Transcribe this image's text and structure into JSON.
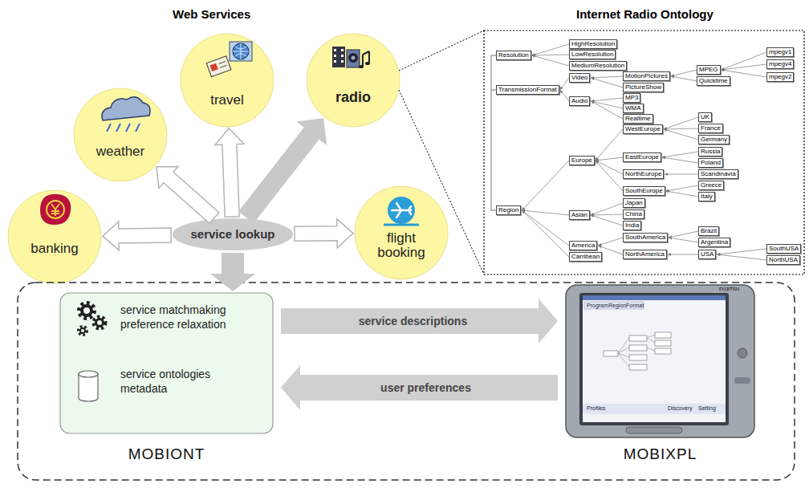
{
  "diagram": {
    "nodes": [
      {
        "text": [
          "weather"
        ]
      },
      {
        "text": [
          "travel"
        ]
      },
      {
        "text": [
          "radio"
        ]
      },
      {
        "text": [
          "banking"
        ]
      },
      {
        "text": [
          "service lookup"
        ]
      },
      {
        "text": [
          "flight booking"
        ]
      },
      {
        "text": [
          "Resolution"
        ]
      },
      {
        "text": [
          "HighResolution"
        ]
      },
      {
        "text": [
          "LowResolution"
        ]
      },
      {
        "text": [
          "MediumResolution"
        ]
      },
      {
        "text": [
          "TransmissionFormat"
        ]
      },
      {
        "text": [
          "Video"
        ]
      },
      {
        "text": [
          "MotionPictures"
        ]
      },
      {
        "text": [
          "PictureShow"
        ]
      },
      {
        "text": [
          "MPEG"
        ]
      },
      {
        "text": [
          "Quicktime"
        ]
      },
      {
        "text": [
          "mpegv1"
        ]
      },
      {
        "text": [
          "mpegv4"
        ]
      },
      {
        "text": [
          "mpegv2"
        ]
      },
      {
        "text": [
          "Audio"
        ]
      },
      {
        "text": [
          "MP3"
        ]
      },
      {
        "text": [
          "WMA"
        ]
      },
      {
        "text": [
          "Realtime"
        ]
      },
      {
        "text": [
          "Region"
        ]
      },
      {
        "text": [
          "Europe"
        ]
      },
      {
        "text": [
          "WestEurope"
        ]
      },
      {
        "text": [
          "UK"
        ]
      },
      {
        "text": [
          "France"
        ]
      },
      {
        "text": [
          "Germany"
        ]
      },
      {
        "text": [
          "EastEurope"
        ]
      },
      {
        "text": [
          "Russia"
        ]
      },
      {
        "text": [
          "Poland"
        ]
      },
      {
        "text": [
          "NorthEurope"
        ]
      },
      {
        "text": [
          "Scandinavia"
        ]
      },
      {
        "text": [
          "SouthEurope"
        ]
      },
      {
        "text": [
          "Greece"
        ]
      },
      {
        "text": [
          "Italy"
        ]
      },
      {
        "text": [
          "Asian"
        ]
      },
      {
        "text": [
          "Japan"
        ]
      },
      {
        "text": [
          "China"
        ]
      },
      {
        "text": [
          "India"
        ]
      },
      {
        "text": [
          "America"
        ]
      },
      {
        "text": [
          "SouthAmerica"
        ]
      },
      {
        "text": [
          "Brazil"
        ]
      },
      {
        "text": [
          "Argentina"
        ]
      },
      {
        "text": [
          "NorthAmerica"
        ]
      },
      {
        "text": [
          "USA"
        ]
      },
      {
        "text": [
          "SouthUSA"
        ]
      },
      {
        "text": [
          "NorthUSA"
        ]
      },
      {
        "text": [
          "Carribean"
        ]
      },
      {
        "text": [
          "service matchmaking preference relaxation",
          "service ontologies metadata",
          "MOBIONT"
        ]
      },
      {
        "text": [
          "MOBIXPL"
        ]
      }
    ],
    "edges": [
      {
        "from": 4,
        "to": 0,
        "arrow": "to"
      },
      {
        "from": 4,
        "to": 1,
        "arrow": "to"
      },
      {
        "from": 4,
        "to": 2,
        "arrow": "to"
      },
      {
        "from": 4,
        "to": 3,
        "arrow": "to"
      },
      {
        "from": 4,
        "to": 5,
        "arrow": "to"
      },
      {
        "from": 4,
        "to": 50,
        "arrow": "to"
      },
      {
        "from": 50,
        "to": 51,
        "label": "service descriptions",
        "arrow": "to"
      },
      {
        "from": 51,
        "to": 50,
        "label": "user preferences",
        "arrow": "to"
      },
      {
        "from": 7,
        "to": 6,
        "arrow": "to"
      },
      {
        "from": 8,
        "to": 6,
        "arrow": "to"
      },
      {
        "from": 9,
        "to": 6,
        "arrow": "to"
      },
      {
        "from": 11,
        "to": 10,
        "arrow": "to"
      },
      {
        "from": 19,
        "to": 10,
        "arrow": "to"
      },
      {
        "from": 12,
        "to": 11,
        "arrow": "to"
      },
      {
        "from": 13,
        "to": 11,
        "arrow": "to"
      },
      {
        "from": 14,
        "to": 12,
        "arrow": "to"
      },
      {
        "from": 15,
        "to": 12,
        "arrow": "to"
      },
      {
        "from": 16,
        "to": 14,
        "arrow": "to"
      },
      {
        "from": 17,
        "to": 14,
        "arrow": "to"
      },
      {
        "from": 18,
        "to": 14,
        "arrow": "to"
      },
      {
        "from": 20,
        "to": 19,
        "arrow": "to"
      },
      {
        "from": 21,
        "to": 19,
        "arrow": "to"
      },
      {
        "from": 22,
        "to": 19,
        "arrow": "to"
      },
      {
        "from": 24,
        "to": 23,
        "arrow": "to"
      },
      {
        "from": 37,
        "to": 23,
        "arrow": "to"
      },
      {
        "from": 41,
        "to": 23,
        "arrow": "to"
      },
      {
        "from": 49,
        "to": 23,
        "arrow": "to"
      },
      {
        "from": 25,
        "to": 24,
        "arrow": "to"
      },
      {
        "from": 29,
        "to": 24,
        "arrow": "to"
      },
      {
        "from": 32,
        "to": 24,
        "arrow": "to"
      },
      {
        "from": 34,
        "to": 24,
        "arrow": "to"
      },
      {
        "from": 26,
        "to": 25,
        "arrow": "to"
      },
      {
        "from": 27,
        "to": 25,
        "arrow": "to"
      },
      {
        "from": 28,
        "to": 25,
        "arrow": "to"
      },
      {
        "from": 30,
        "to": 29,
        "arrow": "to"
      },
      {
        "from": 31,
        "to": 29,
        "arrow": "to"
      },
      {
        "from": 33,
        "to": 32,
        "arrow": "to"
      },
      {
        "from": 35,
        "to": 34,
        "arrow": "to"
      },
      {
        "from": 36,
        "to": 34,
        "arrow": "to"
      },
      {
        "from": 38,
        "to": 37,
        "arrow": "to"
      },
      {
        "from": 39,
        "to": 37,
        "arrow": "to"
      },
      {
        "from": 40,
        "to": 37,
        "arrow": "to"
      },
      {
        "from": 42,
        "to": 41,
        "arrow": "to"
      },
      {
        "from": 45,
        "to": 41,
        "arrow": "to"
      },
      {
        "from": 43,
        "to": 42,
        "arrow": "to"
      },
      {
        "from": 44,
        "to": 42,
        "arrow": "to"
      },
      {
        "from": 46,
        "to": 45,
        "arrow": "to"
      },
      {
        "from": 47,
        "to": 46,
        "arrow": "to"
      },
      {
        "from": 48,
        "to": 46,
        "arrow": "to"
      }
    ],
    "labels": [
      "Web Services",
      "Internet Radio Ontology",
      "Program",
      "Region",
      "Format",
      "Profiles",
      "Discovery",
      "Setting",
      "FUJITSU"
    ]
  }
}
